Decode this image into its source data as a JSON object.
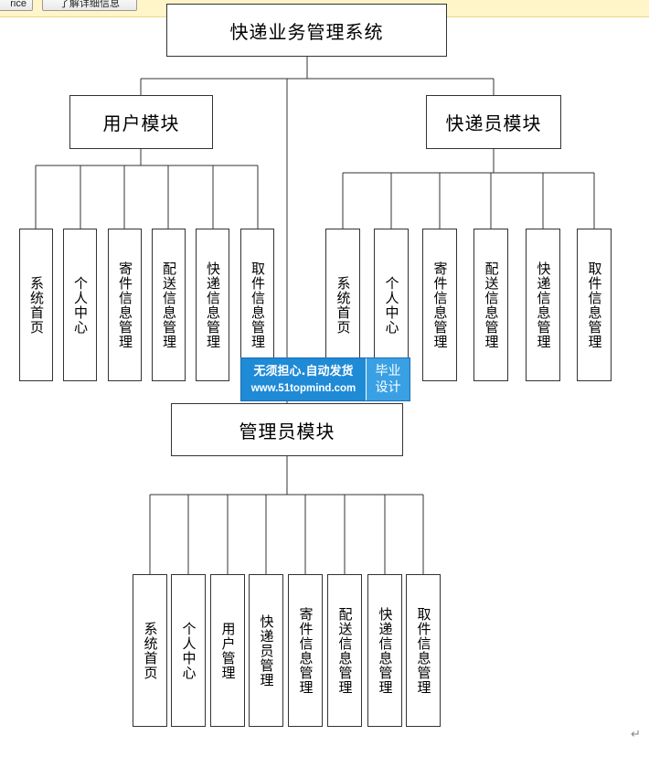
{
  "toolbar": {
    "button_1": "rice",
    "button_2": "了解详细信息"
  },
  "root": "快递业务管理系统",
  "user_module": {
    "title": "用户模块",
    "items": [
      "系统首页",
      "个人中心",
      "寄件信息管理",
      "配送信息管理",
      "快递信息管理",
      "取件信息管理"
    ]
  },
  "courier_module": {
    "title": "快递员模块",
    "items": [
      "系统首页",
      "个人中心",
      "寄件信息管理",
      "配送信息管理",
      "快递信息管理",
      "取件信息管理"
    ]
  },
  "admin_module": {
    "title": "管理员模块",
    "items": [
      "系统首页",
      "个人中心",
      "用户管理",
      "快递员管理",
      "寄件信息管理",
      "配送信息管理",
      "快递信息管理",
      "取件信息管理"
    ]
  },
  "watermark": {
    "line1": "无须担心.自动发货",
    "line2": "www.51topmind.com",
    "badge": "毕业设计"
  },
  "paragraph_mark": "↵"
}
